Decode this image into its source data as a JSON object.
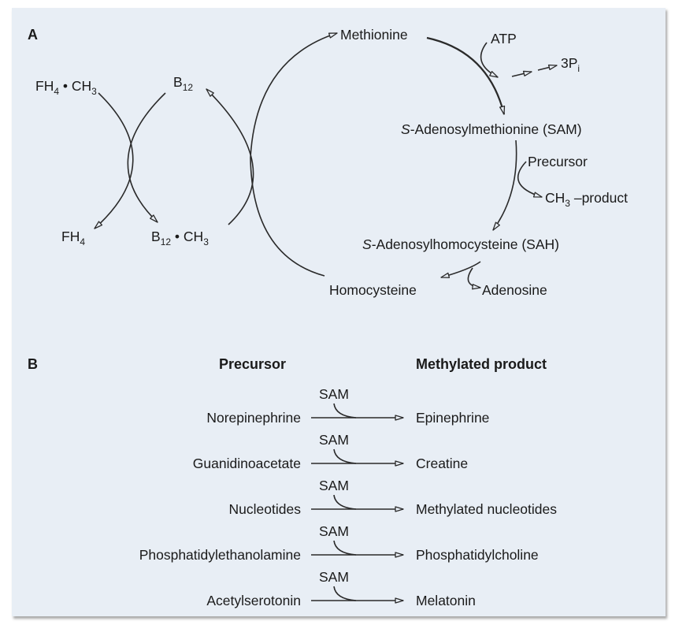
{
  "panel_a": {
    "label": "A",
    "fh4ch3": {
      "main": "FH",
      "sub": "4",
      "rest": " • CH",
      "sub2": "3"
    },
    "fh4": {
      "main": "FH",
      "sub": "4"
    },
    "b12": {
      "main": "B",
      "sub": "12"
    },
    "b12ch3": {
      "main": "B",
      "sub": "12",
      "rest": " • CH",
      "sub2": "3"
    },
    "methionine": "Methionine",
    "atp": "ATP",
    "three_pi": {
      "main": "3P",
      "sub": "i"
    },
    "sam": {
      "italic": "S",
      "rest": "-Adenosylmethionine (SAM)"
    },
    "precursor": "Precursor",
    "ch3_product": {
      "main": "CH",
      "sub": "3",
      "rest": " –product"
    },
    "sah": {
      "italic": "S",
      "rest": "-Adenosylhomocysteine (SAH)"
    },
    "homocysteine": "Homocysteine",
    "adenosine": "Adenosine"
  },
  "panel_b": {
    "label": "B",
    "header_precursor": "Precursor",
    "header_product": "Methylated product",
    "reactions": [
      {
        "cofactor": "SAM",
        "precursor": "Norepinephrine",
        "product": "Epinephrine"
      },
      {
        "cofactor": "SAM",
        "precursor": "Guanidinoacetate",
        "product": "Creatine"
      },
      {
        "cofactor": "SAM",
        "precursor": "Nucleotides",
        "product": "Methylated nucleotides"
      },
      {
        "cofactor": "SAM",
        "precursor": "Phosphatidylethanolamine",
        "product": "Phosphatidylcholine"
      },
      {
        "cofactor": "SAM",
        "precursor": "Acetylserotonin",
        "product": "Melatonin"
      }
    ]
  }
}
